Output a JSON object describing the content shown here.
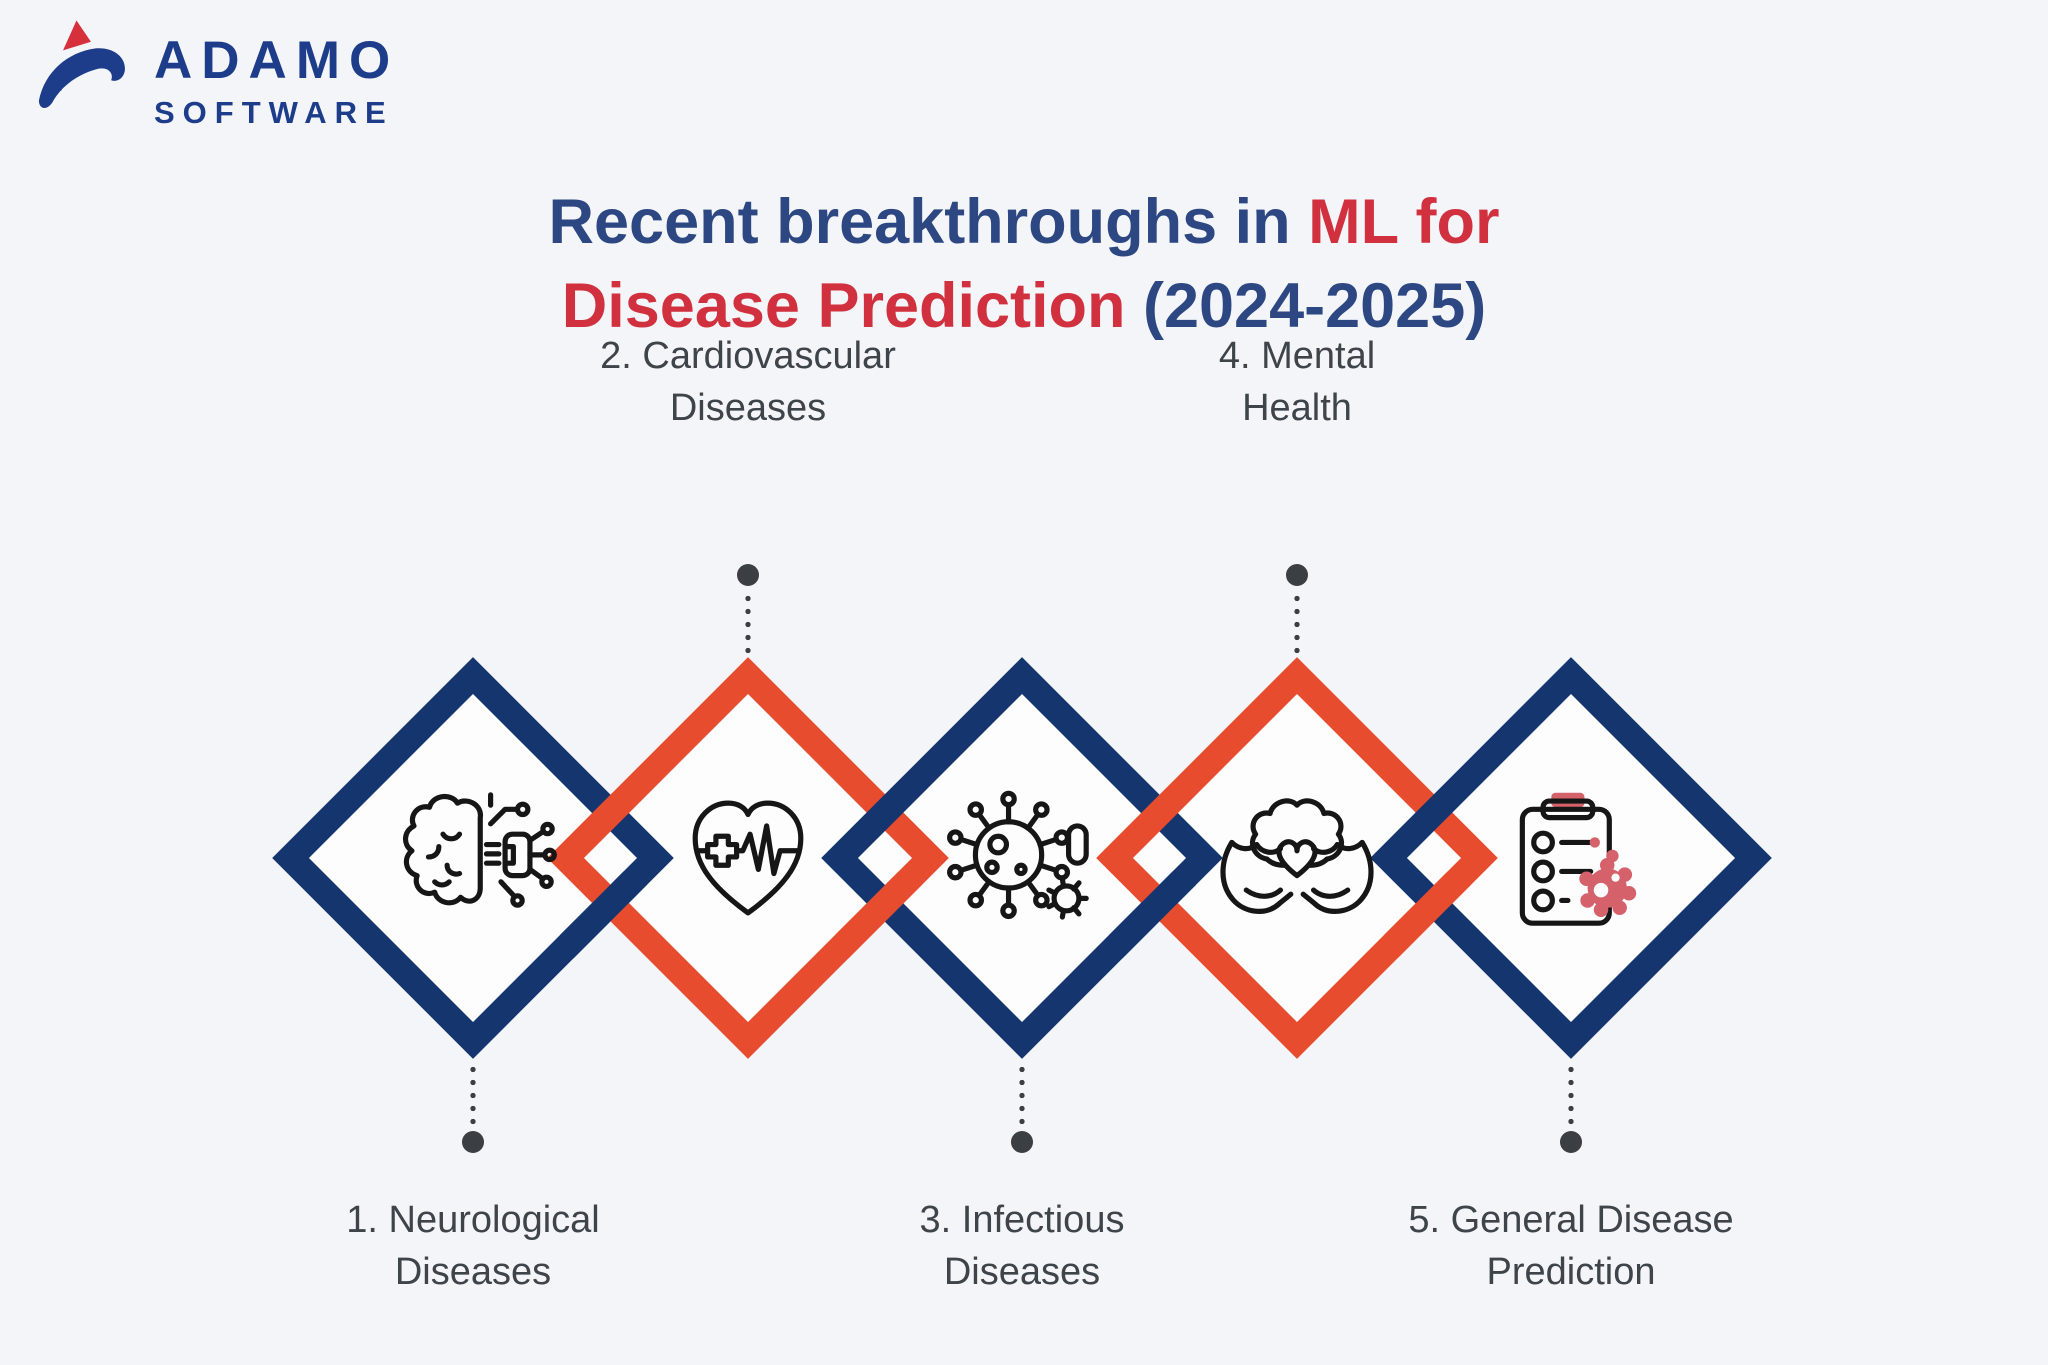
{
  "logo": {
    "name": "ADAMO",
    "suffix": "SOFTWARE"
  },
  "title": {
    "segment_navy_1": "Recent breakthroughs in ",
    "segment_red_1": "ML for",
    "segment_red_2": "Disease Prediction ",
    "segment_navy_2": "(2024-2025)"
  },
  "items": [
    {
      "rank": 1,
      "line1": "1. Neurological",
      "line2": "Diseases",
      "icon": "brain-circuit-icon",
      "diamond_color": "#14356e",
      "label_position": "bottom"
    },
    {
      "rank": 2,
      "line1": "2. Cardiovascular",
      "line2": "Diseases",
      "icon": "heart-pulse-icon",
      "diamond_color": "#e74c2e",
      "label_position": "top"
    },
    {
      "rank": 3,
      "line1": "3. Infectious",
      "line2": "Diseases",
      "icon": "virus-icon",
      "diamond_color": "#14356e",
      "label_position": "bottom"
    },
    {
      "rank": 4,
      "line1": "4. Mental",
      "line2": "Health",
      "icon": "mind-care-icon",
      "diamond_color": "#e74c2e",
      "label_position": "top"
    },
    {
      "rank": 5,
      "line1": "5. General Disease",
      "line2": "Prediction",
      "icon": "clipboard-germ-icon",
      "diamond_color": "#14356e",
      "label_position": "bottom"
    }
  ],
  "colors": {
    "background": "#f3f5f9",
    "diamond_navy": "#14356e",
    "diamond_red": "#e74c2e",
    "title_navy": "#2c4782",
    "title_red": "#d1313e",
    "logo_navy": "#1d3c8a",
    "logo_triangle_red": "#d6303c",
    "label_text": "#3f434a",
    "connector": "#3b3e43",
    "accent_pink": "#d5626b",
    "diamond_fill": "#fdfdfe"
  }
}
